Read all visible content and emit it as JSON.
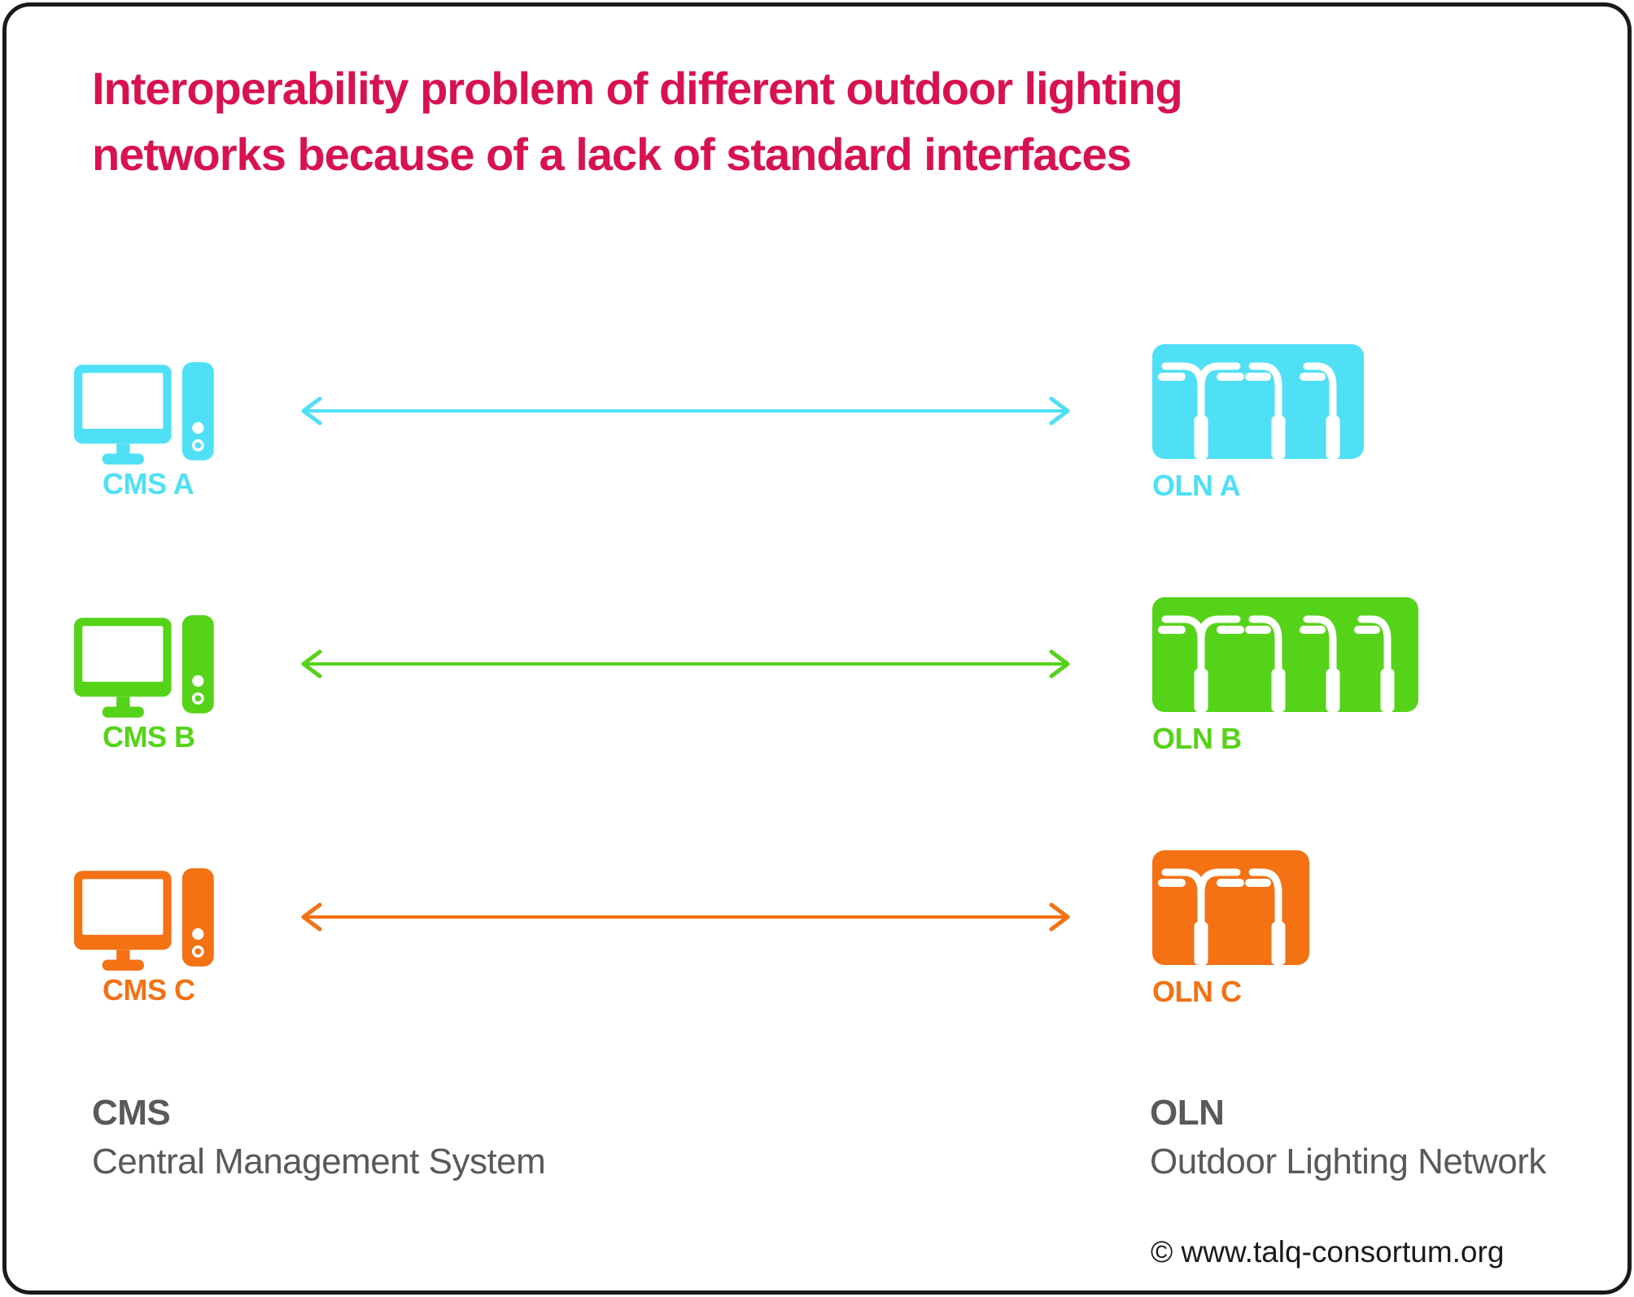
{
  "title": {
    "line1": "Interoperability problem of different outdoor lighting",
    "line2": "networks because of a lack of standard interfaces"
  },
  "colors": {
    "title": "#D8124F",
    "cyan": "#4FE0F5",
    "green": "#55D318",
    "orange": "#F47114",
    "legend_gray": "#58595B",
    "frame_black": "#1A1A1A"
  },
  "rows": [
    {
      "color_key": "cyan",
      "cms_label": "CMS A",
      "oln_label": "OLN A",
      "oln_lights": 3
    },
    {
      "color_key": "green",
      "cms_label": "CMS B",
      "oln_label": "OLN B",
      "oln_lights": 4
    },
    {
      "color_key": "orange",
      "cms_label": "CMS C",
      "oln_label": "OLN C",
      "oln_lights": 2
    }
  ],
  "legend": {
    "cms_abbr": "CMS",
    "cms_full": "Central Management System",
    "oln_abbr": "OLN",
    "oln_full": "Outdoor Lighting Network"
  },
  "footer": {
    "copyright": "© www.talq-consortum.org"
  }
}
